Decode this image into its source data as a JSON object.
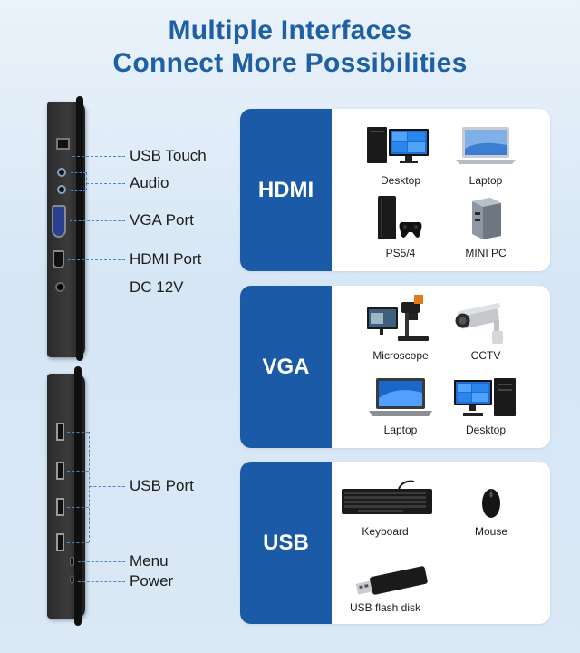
{
  "header": {
    "line1": "Multiple Interfaces",
    "line2": "Connect More Possibilities"
  },
  "ports": {
    "top": [
      "USB Touch",
      "Audio",
      "VGA Port",
      "HDMI Port",
      "DC 12V"
    ],
    "bottom": [
      "USB Port",
      "Menu",
      "Power"
    ]
  },
  "cards": [
    {
      "heading": "HDMI",
      "devices": [
        "Desktop",
        "Laptop",
        "PS5/4",
        "MINI PC"
      ]
    },
    {
      "heading": "VGA",
      "devices": [
        "Microscope",
        "CCTV",
        "Laptop",
        "Desktop"
      ]
    },
    {
      "heading": "USB",
      "devices": [
        "Keyboard",
        "Mouse",
        "USB flash disk"
      ]
    }
  ],
  "colors": {
    "title": "#1f5fa3",
    "card_header": "#1b5aa6",
    "dash_line": "#4a86c4"
  },
  "icons": [
    "desktop-computer-icon",
    "laptop-icon",
    "game-console-icon",
    "mini-pc-icon",
    "microscope-icon",
    "cctv-camera-icon",
    "keyboard-icon",
    "mouse-icon",
    "usb-flash-drive-icon"
  ]
}
